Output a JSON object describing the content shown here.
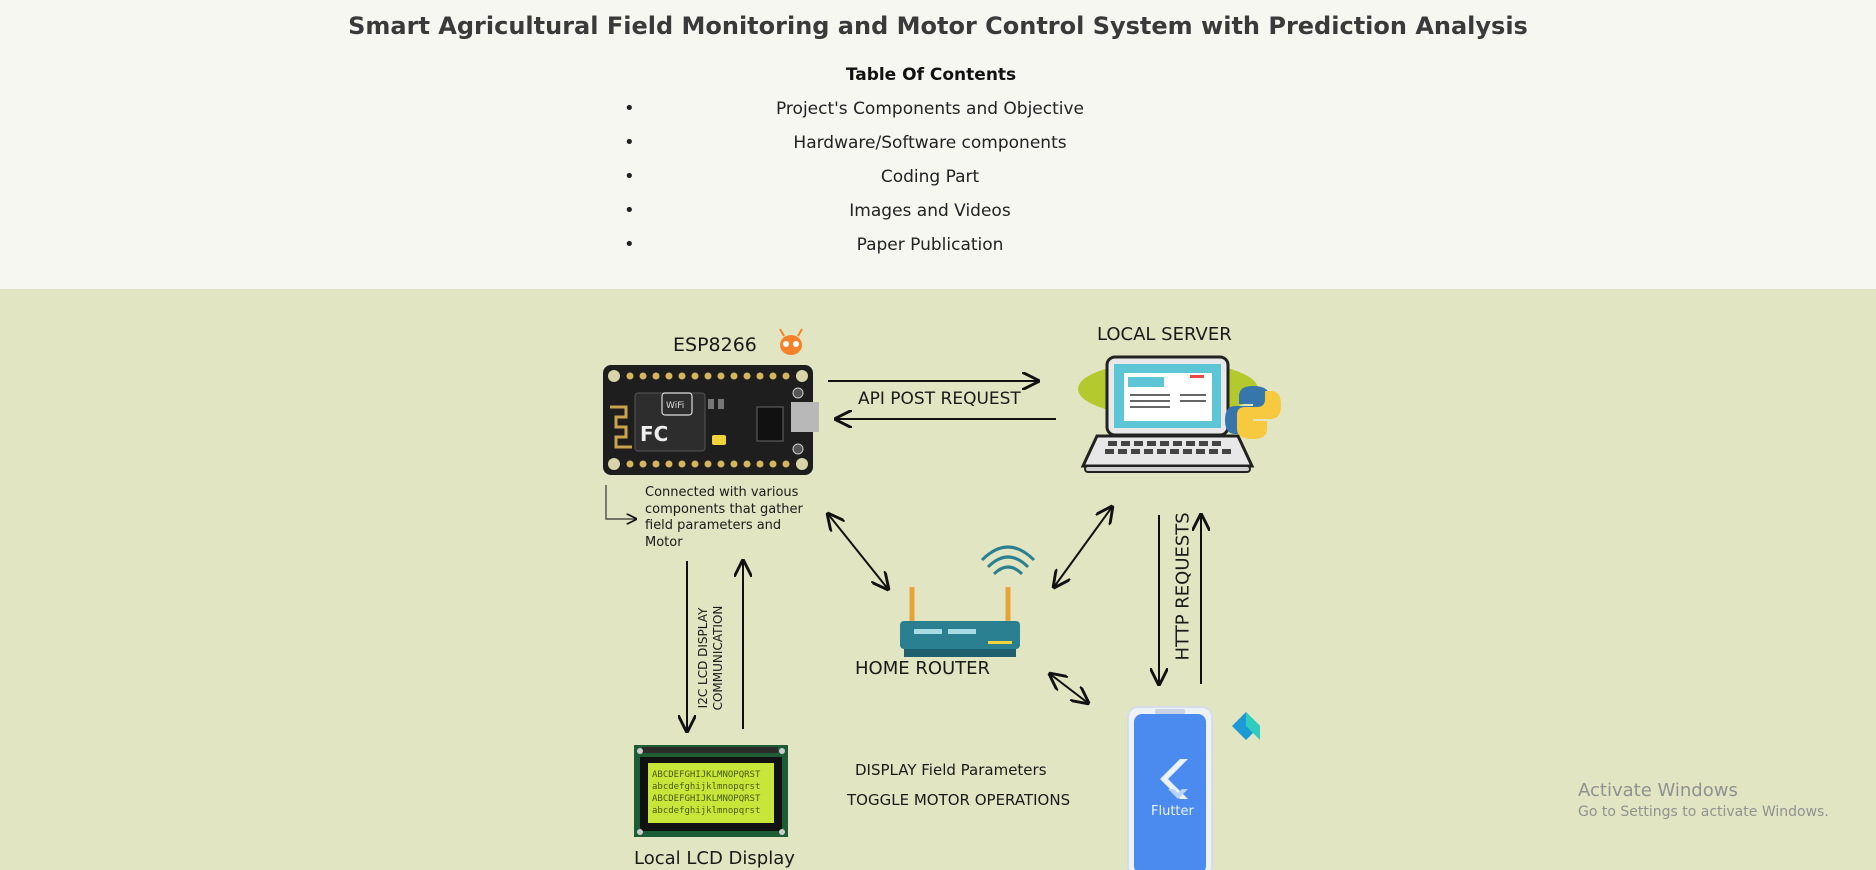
{
  "title": "Smart Agricultural Field Monitoring and Motor Control System with Prediction Analysis",
  "toc": {
    "heading": "Table Of Contents",
    "items": [
      "Project's Components and Objective",
      "Hardware/Software components",
      "Coding Part",
      "Images and Videos",
      "Paper Publication"
    ]
  },
  "diagram": {
    "esp_label": "ESP8266",
    "server_label": "LOCAL SERVER",
    "api_label": "API POST REQUEST",
    "esp_note": [
      "Connected with various",
      "components that gather",
      "field parameters and",
      "Motor"
    ],
    "i2c_label": [
      "I2C LCD DISPLAY",
      "COMMUNICATION"
    ],
    "router_label": "HOME ROUTER",
    "http_label": "HTTP REQUESTS",
    "display_label": "DISPLAY Field Parameters",
    "toggle_label": "TOGGLE MOTOR OPERATIONS",
    "lcd_label": "Local LCD Display",
    "lcd_lines": [
      "ABCDEFGHIJKLMNOPQRST",
      "abcdefghijklmnopqrst",
      "ABCDEFGHIJKLMNOPQRST",
      "abcdefghijklmnopqrst"
    ],
    "flutter_label": "Flutter"
  },
  "colors": {
    "header_bg": "#f6f7f1",
    "diagram_bg": "#e2e5c2",
    "phone_blue": "#4b8bf0",
    "router_teal": "#2a7f91",
    "lcd_green": "#c8e63a"
  },
  "watermark": {
    "title": "Activate Windows",
    "subtitle": "Go to Settings to activate Windows."
  }
}
